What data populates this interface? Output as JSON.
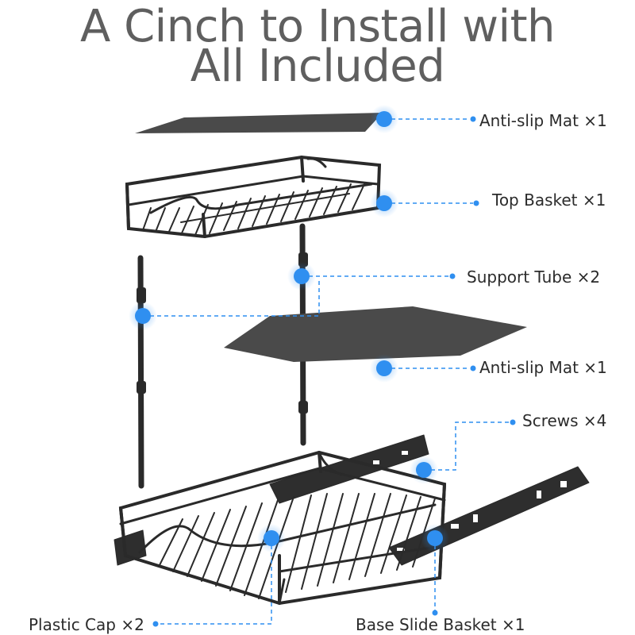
{
  "title": {
    "line1": "A Cinch to Install with",
    "line2": "All Included"
  },
  "parts": [
    {
      "label": "Anti-slip Mat ×1"
    },
    {
      "label": "Top Basket ×1"
    },
    {
      "label": "Support Tube ×2"
    },
    {
      "label": "Anti-slip Mat ×1"
    },
    {
      "label": "Screws ×4"
    },
    {
      "label": "Plastic Cap ×2"
    },
    {
      "label": "Base Slide Basket ×1"
    }
  ],
  "colors": {
    "title": "#5f5f5f",
    "label": "#2b2b2b",
    "accent": "#2f8ff0",
    "metal": "#2a2a2a",
    "mat": "#4a4a4a"
  }
}
